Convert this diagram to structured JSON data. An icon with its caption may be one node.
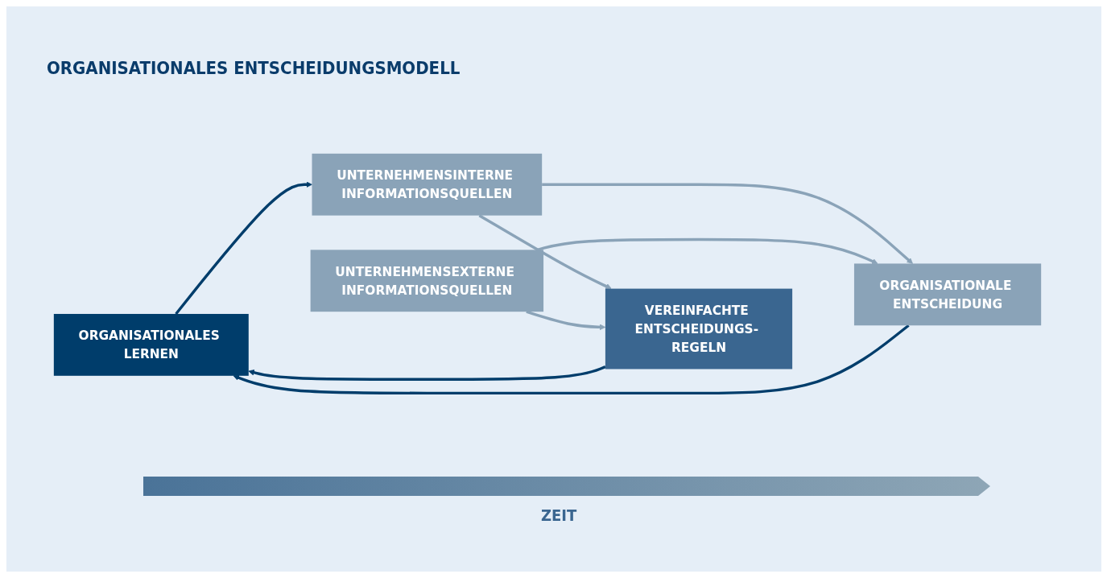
{
  "diagram": {
    "title": "ORGANISATIONALES ENTSCHEIDUNGSMODELL",
    "nodes": [
      {
        "text": [
          "ORGANISATIONALES LERNEN"
        ]
      },
      {
        "text": [
          "UNTERNEHMENSINTERNE INFORMATIONSQUELLEN"
        ]
      },
      {
        "text": [
          "UNTERNEHMENSEXTERNE INFORMATIONSQUELLEN"
        ]
      },
      {
        "text": [
          "VEREINFACHTE ENTSCHEIDUNGS- REGELN"
        ]
      },
      {
        "text": [
          "ORGANISATIONALE ENTSCHEIDUNG"
        ]
      }
    ],
    "edges": [
      {
        "from": 0,
        "to": 1,
        "arrow": "to",
        "color": "#003d6b"
      },
      {
        "from": 1,
        "to": 3,
        "arrow": "to"
      },
      {
        "from": 2,
        "to": 3,
        "arrow": "to"
      },
      {
        "from": 3,
        "to": 0,
        "arrow": "to",
        "color": "#003d6b"
      },
      {
        "from": 1,
        "to": 4,
        "arrow": "to"
      },
      {
        "from": 2,
        "to": 4,
        "arrow": "to"
      },
      {
        "from": 4,
        "to": 0,
        "arrow": "to",
        "color": "#003d6b"
      }
    ],
    "labels": [
      "ZEIT"
    ]
  }
}
